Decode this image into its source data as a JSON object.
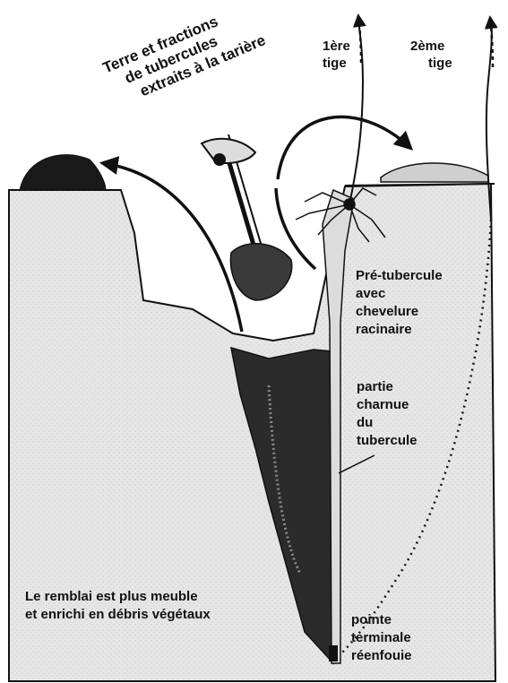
{
  "labels": {
    "auger_title": [
      "Terre et fractions",
      "de tubercules",
      "extraits à la tarière"
    ],
    "stem1": [
      "1ère",
      "tige"
    ],
    "stem2": [
      "2ème",
      "tige"
    ],
    "pretuber": [
      "Pré-tubercule",
      "avec",
      "chevelure",
      "racinaire"
    ],
    "flesh": [
      "partie",
      "charnue",
      "du",
      "tubercule"
    ],
    "backfill": [
      "Le remblai est plus meuble",
      "et enrichi en débris végétaux"
    ],
    "tip": [
      "pointe",
      "terminale",
      "réenfouie"
    ]
  },
  "colors": {
    "soil_fill": "#e2e2e2",
    "backfill": "#2a2a2a",
    "tuber": "#cfcfcf",
    "ink": "#111111"
  }
}
